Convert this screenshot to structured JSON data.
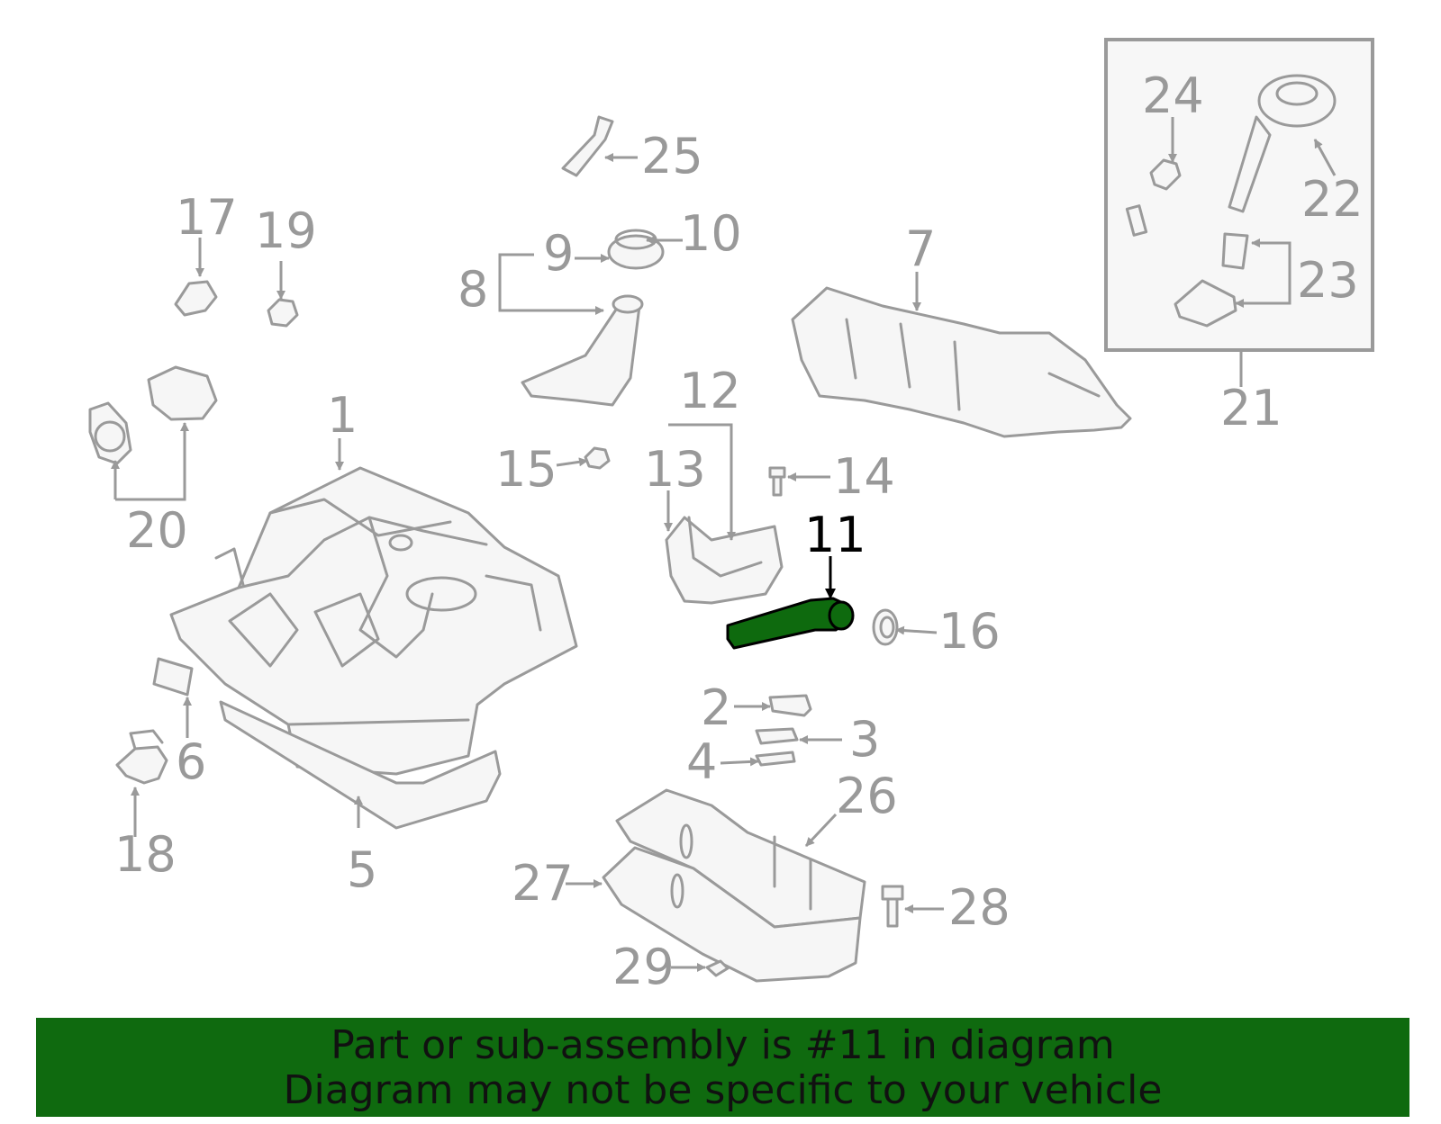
{
  "callouts": {
    "c1": "1",
    "c2": "2",
    "c3": "3",
    "c4": "4",
    "c5": "5",
    "c6": "6",
    "c7": "7",
    "c8": "8",
    "c9": "9",
    "c10": "10",
    "c11": "11",
    "c12": "12",
    "c13": "13",
    "c14": "14",
    "c15": "15",
    "c16": "16",
    "c17": "17",
    "c18": "18",
    "c19": "19",
    "c20": "20",
    "c21": "21",
    "c22": "22",
    "c23": "23",
    "c24": "24",
    "c25": "25",
    "c26": "26",
    "c27": "27",
    "c28": "28",
    "c29": "29"
  },
  "highlighted_part": "11",
  "colors": {
    "highlight": "#0e6a0e",
    "banner": "#0f6a0f",
    "line": "#9a9a9a",
    "label": "#999999"
  },
  "banner": {
    "line1": "Part or sub-assembly is #11 in diagram",
    "line2": "Diagram may not be specific to your vehicle"
  }
}
